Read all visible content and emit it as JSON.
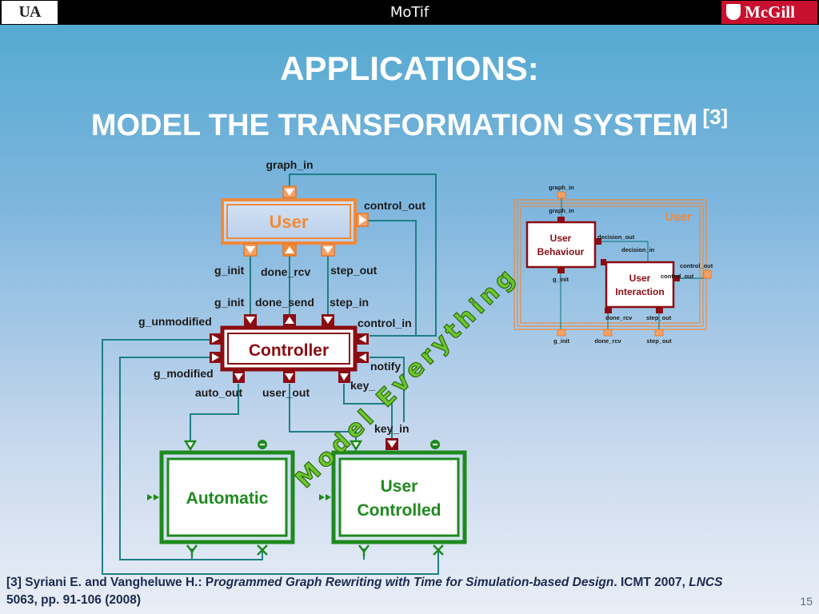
{
  "header": {
    "title": "MoTif",
    "logo_left": "UA",
    "logo_right": "McGill"
  },
  "slide": {
    "title_line1": "APPLICATIONS:",
    "title_line2": "MODEL THE TRANSFORMATION SYSTEM",
    "title_ref": "[3]",
    "page_number": "15"
  },
  "diagram": {
    "user_block": "User",
    "controller_block": "Controller",
    "automatic_block": "Automatic",
    "user_controlled_line1": "User",
    "user_controlled_line2": "Controlled",
    "ports": {
      "graph_in": "graph_in",
      "control_out": "control_out",
      "g_init_top": "g_init",
      "done_rcv": "done_rcv",
      "step_out": "step_out",
      "g_init_bottom": "g_init",
      "done_send": "done_send",
      "step_in": "step_in",
      "g_unmodified": "g_unmodified",
      "control_in": "control_in",
      "g_modified": "g_modified",
      "notify": "notify",
      "key_out": "key_",
      "auto_out": "auto_out",
      "user_out": "user_out",
      "key_in": "key_in"
    },
    "watermark": "Model Everything"
  },
  "inset": {
    "outer_label": "User",
    "behaviour_line1": "User",
    "behaviour_line2": "Behaviour",
    "interaction_line1": "User",
    "interaction_line2": "Interaction",
    "ports": {
      "graph_in_outer": "graph_in",
      "graph_in_inner": "graph_in",
      "decision_out": "decision_out",
      "decision_in": "decision_in",
      "control_out_outer": "control_out",
      "control_out_inner": "control_out",
      "g_init_inner": "g_init",
      "done_rcv_inner": "done_rcv",
      "step_out_inner": "step_out",
      "g_init_outer": "g_init",
      "done_rcv_outer": "done_rcv",
      "step_out_outer": "step_out"
    }
  },
  "footer": {
    "ref_prefix": "[3] Syriani E. and Vangheluwe H.: P",
    "ref_title": "rogrammed Graph Rewriting with Time for Simulation-based Design",
    "ref_mid": ". ICMT 2007, ",
    "ref_series": "LNCS",
    "ref_line2": "5063, pp. 91-106 (2008)"
  },
  "colors": {
    "user": "#f08a3a",
    "controller": "#8b0c12",
    "automatic": "#1e8a1e",
    "wire": "#1f7f86",
    "watermark": "#5fbf2a"
  }
}
